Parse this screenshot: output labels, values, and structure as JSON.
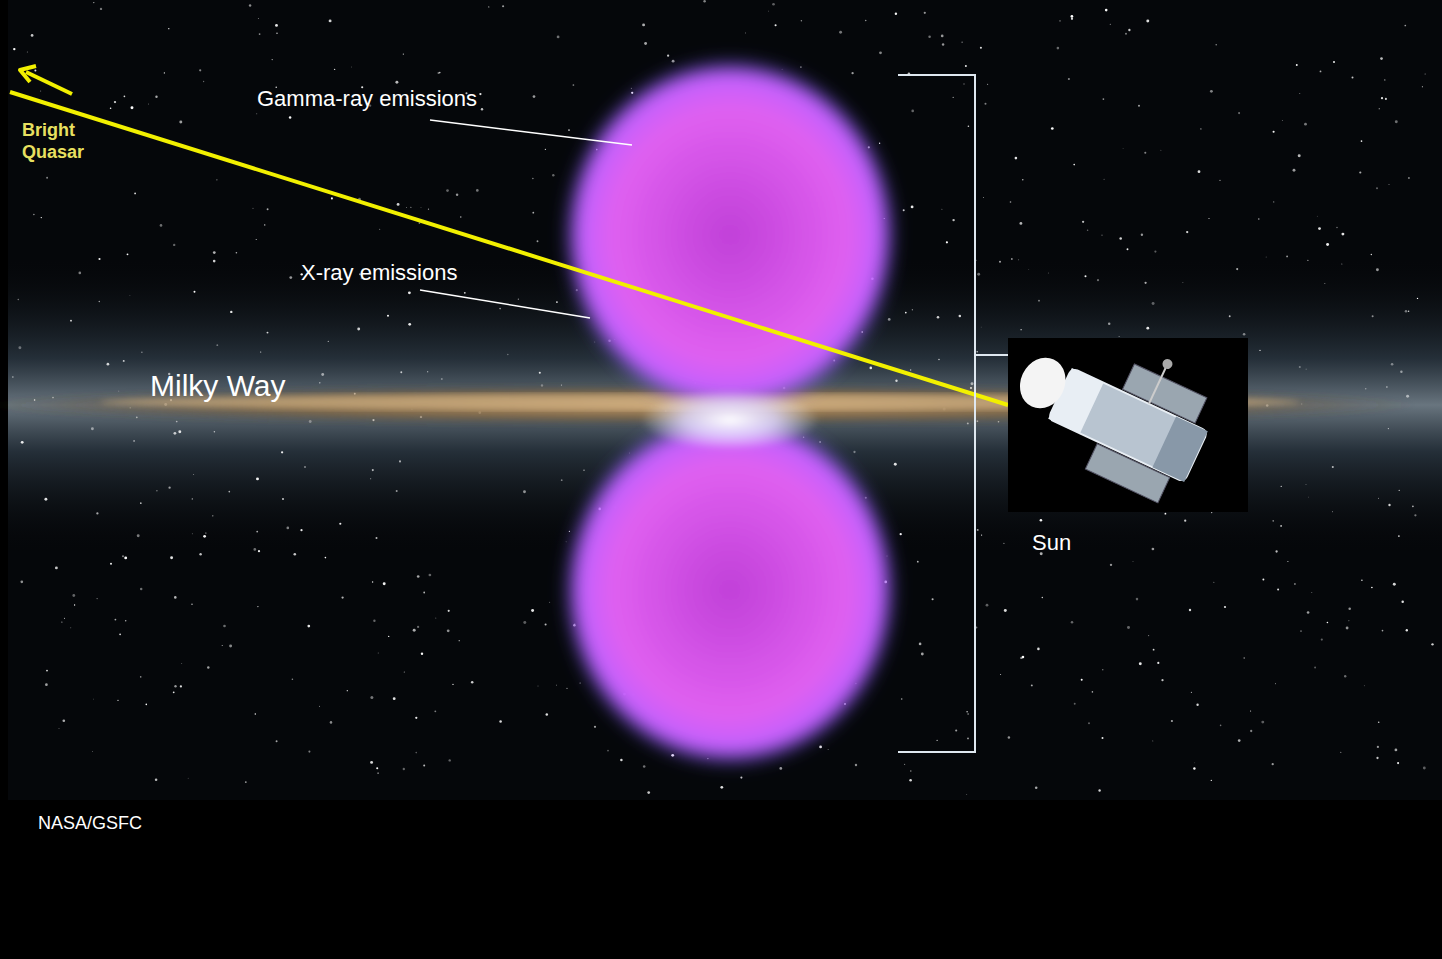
{
  "diagram": {
    "labels": [
      "Gamma-ray emissions",
      "X-ray emissions",
      "Bright Quasar",
      "Milky Way",
      "Sun",
      "NASA/GSFC"
    ]
  }
}
